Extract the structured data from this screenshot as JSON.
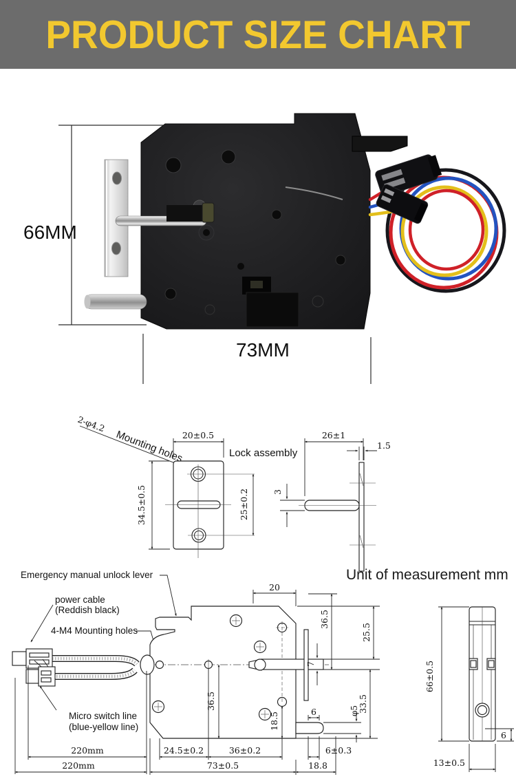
{
  "colors": {
    "banner_bg": "#6c6c6c",
    "banner_text": "#f2c82f",
    "wire_red": "#cf2128",
    "wire_blue": "#2353c0",
    "wire_yellow": "#e3bf1b",
    "wire_black": "#17171c",
    "drawing_line": "#222222"
  },
  "header": {
    "title": "PRODUCT SIZE CHART"
  },
  "photo": {
    "height_label": "66MM",
    "width_label": "73MM"
  },
  "plate_drawing": {
    "mounting_note_num": "2-φ4.2",
    "mounting_note_text": "Mounting holes",
    "assembly_label": "Lock assembly",
    "width": "20±0.5",
    "height": "34.5±0.5",
    "hole_spacing": "25±0.2",
    "side_width": "26±1",
    "thickness": "1.5",
    "rod_dia": "3"
  },
  "unit_note": "Unit of measurement mm",
  "lock_drawing": {
    "labels": {
      "emergency": "Emergency manual unlock lever",
      "power_line1": "power cable",
      "power_line2": "(Reddish black)",
      "mounting": "4-M4 Mounting holes",
      "micro_line1": "Micro switch line",
      "micro_line2": "(blue-yellow line)"
    },
    "dims": {
      "top_width": "20",
      "upper_right": "36.5",
      "upper_right2": "25.5",
      "rod_height": "7",
      "body_mid": "36.5",
      "lower": "18.5",
      "pin_offset": "6",
      "pin_dia": "φ5",
      "lower_right": "33.5",
      "cable1": "220mm",
      "cable2": "220mm",
      "bottom1": "24.5±0.2",
      "bottom2": "36±0.2",
      "bottom_total": "73±0.5",
      "bottom3": "6±0.3",
      "bottom4": "18.8"
    },
    "side": {
      "height": "66±0.5",
      "hole_offset": "6",
      "width": "13±0.5"
    }
  }
}
